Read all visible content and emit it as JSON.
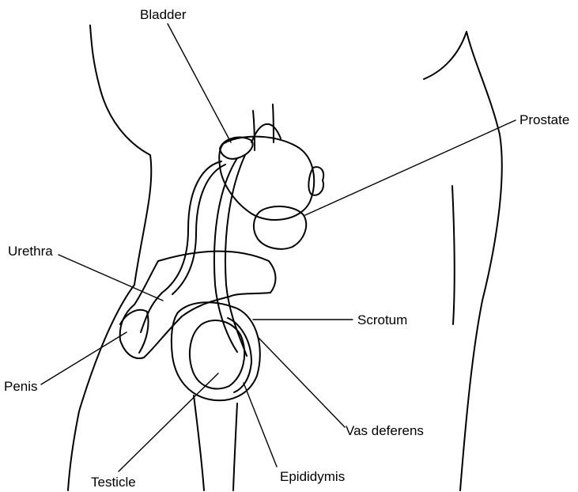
{
  "labels": {
    "bladder": "Bladder",
    "prostate": "Prostate",
    "urethra": "Urethra",
    "scrotum": "Scrotum",
    "penis": "Penis",
    "vas_deferens": "Vas deferens",
    "testicle": "Testicle",
    "epididymis": "Epididymis"
  },
  "colors": {
    "line": "#000000",
    "background": "#ffffff"
  }
}
